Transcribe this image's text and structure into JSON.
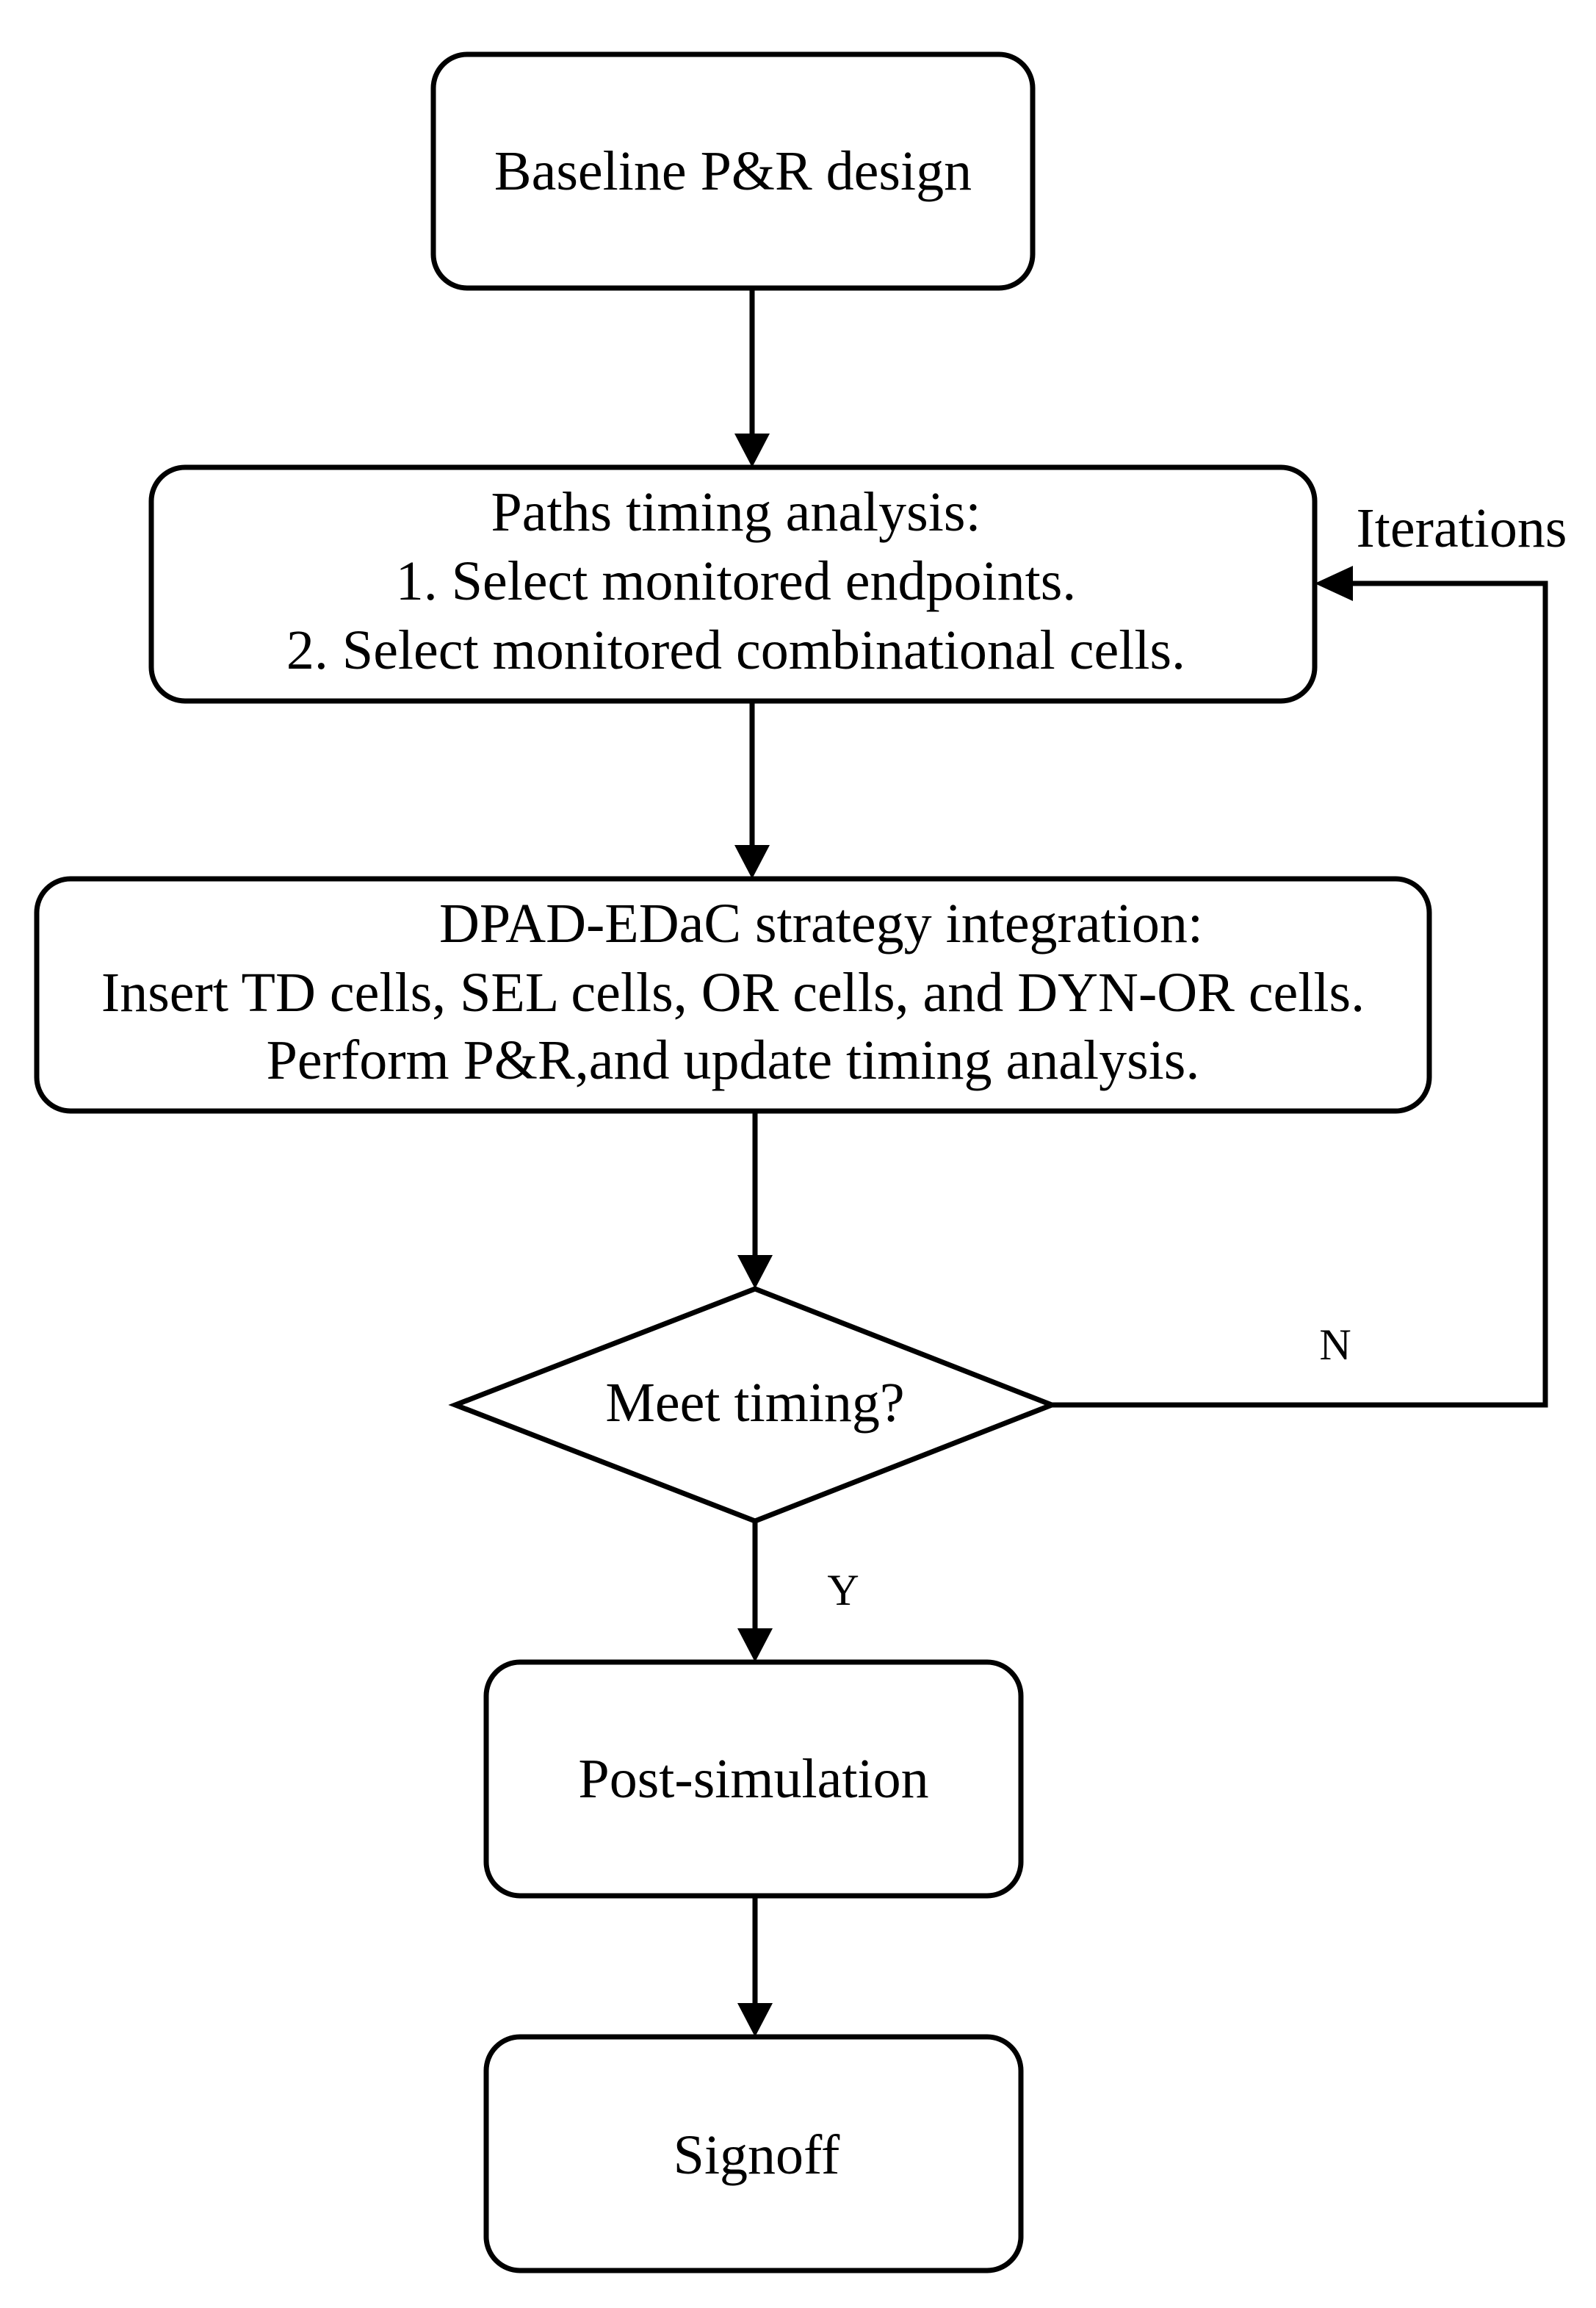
{
  "nodes": {
    "baseline": {
      "text": "Baseline P&R design"
    },
    "paths": {
      "title": "Paths timing analysis:",
      "step1": "1. Select monitored endpoints.",
      "step2": "2. Select monitored combinational cells."
    },
    "dpad": {
      "title": "DPAD-EDaC strategy integration:",
      "line1": "Insert TD cells, SEL cells, OR cells, and DYN-OR cells.",
      "line2": "Perform P&R,and update timing analysis."
    },
    "decision": {
      "text": "Meet timing?"
    },
    "post_sim": {
      "text": "Post-simulation"
    },
    "signoff": {
      "text": "Signoff"
    }
  },
  "edge_labels": {
    "iterations": "Iterations",
    "no": "N",
    "yes": "Y"
  }
}
